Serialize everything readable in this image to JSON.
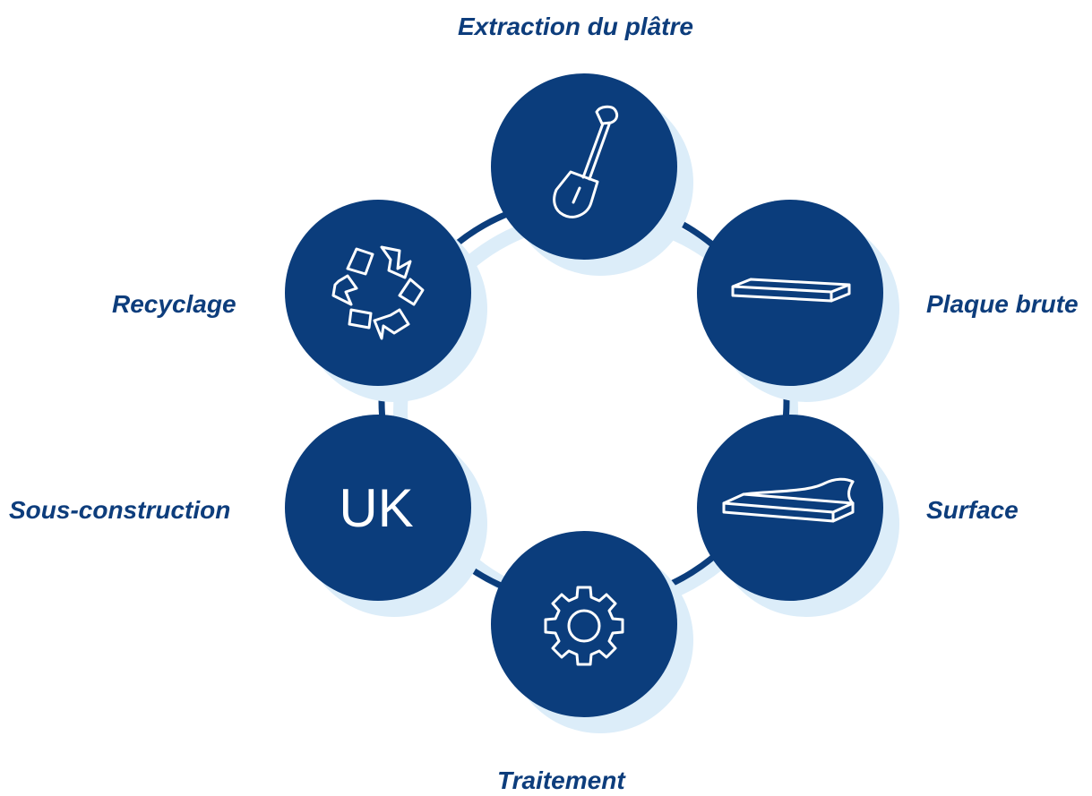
{
  "colors": {
    "node_fill": "#0b3d7c",
    "shadow": "#dcedf9",
    "ring": "#0b3d7c",
    "icon_stroke": "#ffffff",
    "label_text": "#0d3d7c",
    "background": "#ffffff"
  },
  "steps": [
    {
      "id": "extraction",
      "label": "Extraction du plâtre",
      "icon": "shovel-icon"
    },
    {
      "id": "plaque",
      "label": "Plaque brute",
      "icon": "board-icon"
    },
    {
      "id": "surface",
      "label": "Surface",
      "icon": "surface-sheet-icon"
    },
    {
      "id": "traitement",
      "label": "Traitement",
      "icon": "gear-icon"
    },
    {
      "id": "sous",
      "label": "Sous-construction",
      "icon": "uk-text-icon",
      "icon_text": "UK"
    },
    {
      "id": "recyclage",
      "label": "Recyclage",
      "icon": "recycle-icon"
    }
  ]
}
